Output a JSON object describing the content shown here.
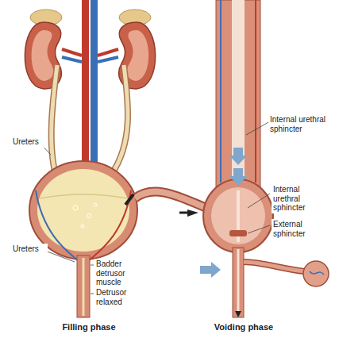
{
  "diagram": {
    "labels": [
      "Ureters",
      "Internal urethral sphincter",
      "Internal urethral sphincter",
      "Ureters",
      "Badder detrusor muscle",
      "External sphincter",
      "Detrusor relaxed",
      "Filling phase",
      "Voiding phase"
    ]
  }
}
